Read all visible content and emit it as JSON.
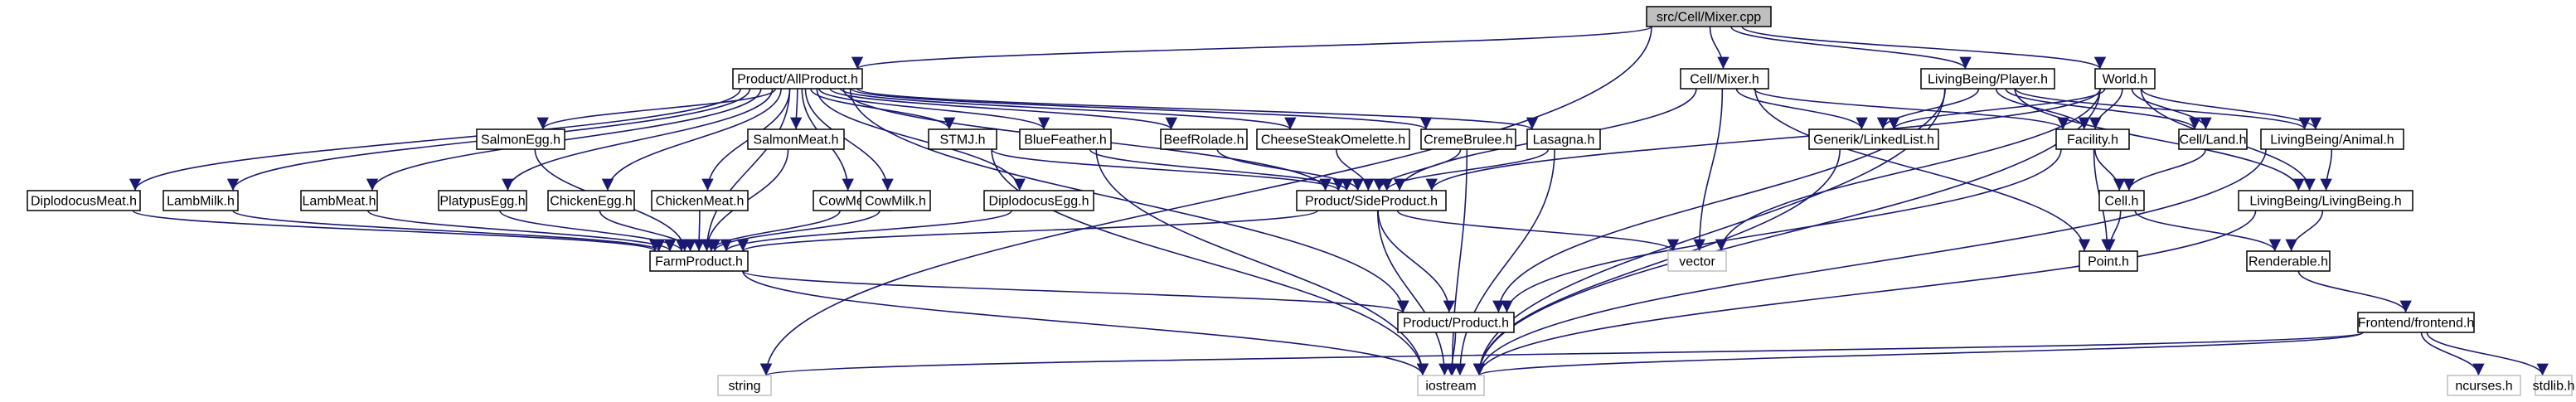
{
  "graph": {
    "nodes": [
      {
        "id": "mixer_cpp",
        "label": "src/Cell/Mixer.cpp",
        "kind": "root"
      },
      {
        "id": "allproduct",
        "label": "Product/AllProduct.h",
        "kind": "file"
      },
      {
        "id": "cell_mixer",
        "label": "Cell/Mixer.h",
        "kind": "file"
      },
      {
        "id": "player",
        "label": "LivingBeing/Player.h",
        "kind": "file"
      },
      {
        "id": "world",
        "label": "World.h",
        "kind": "file"
      },
      {
        "id": "string",
        "label": "string",
        "kind": "system"
      },
      {
        "id": "salmonegg",
        "label": "SalmonEgg.h",
        "kind": "file"
      },
      {
        "id": "salmonmeat",
        "label": "SalmonMeat.h",
        "kind": "file"
      },
      {
        "id": "stmj",
        "label": "STMJ.h",
        "kind": "file"
      },
      {
        "id": "bluefeather",
        "label": "BlueFeather.h",
        "kind": "file"
      },
      {
        "id": "beefrolade",
        "label": "BeefRolade.h",
        "kind": "file"
      },
      {
        "id": "cheesesteak",
        "label": "CheeseSteakOmelette.h",
        "kind": "file"
      },
      {
        "id": "cremebrulee",
        "label": "CremeBrulee.h",
        "kind": "file"
      },
      {
        "id": "lasagna",
        "label": "Lasagna.h",
        "kind": "file"
      },
      {
        "id": "linkedlist",
        "label": "Generik/LinkedList.h",
        "kind": "file"
      },
      {
        "id": "facility",
        "label": "Facility.h",
        "kind": "file"
      },
      {
        "id": "land",
        "label": "Cell/Land.h",
        "kind": "file"
      },
      {
        "id": "animal",
        "label": "LivingBeing/Animal.h",
        "kind": "file"
      },
      {
        "id": "diplomeat",
        "label": "DiplodocusMeat.h",
        "kind": "file"
      },
      {
        "id": "lambmilk",
        "label": "LambMilk.h",
        "kind": "file"
      },
      {
        "id": "lambmeat",
        "label": "LambMeat.h",
        "kind": "file"
      },
      {
        "id": "platypusegg",
        "label": "PlatypusEgg.h",
        "kind": "file"
      },
      {
        "id": "chickenegg",
        "label": "ChickenEgg.h",
        "kind": "file"
      },
      {
        "id": "chickenmeat",
        "label": "ChickenMeat.h",
        "kind": "file"
      },
      {
        "id": "cowmeat",
        "label": "CowMeat.h",
        "kind": "file"
      },
      {
        "id": "cowmilk",
        "label": "CowMilk.h",
        "kind": "file"
      },
      {
        "id": "diploegg",
        "label": "DiplodocusEgg.h",
        "kind": "file"
      },
      {
        "id": "sideproduct",
        "label": "Product/SideProduct.h",
        "kind": "file"
      },
      {
        "id": "cell",
        "label": "Cell.h",
        "kind": "file"
      },
      {
        "id": "livingbeing",
        "label": "LivingBeing/LivingBeing.h",
        "kind": "file"
      },
      {
        "id": "farmproduct",
        "label": "FarmProduct.h",
        "kind": "file"
      },
      {
        "id": "vector",
        "label": "vector",
        "kind": "system"
      },
      {
        "id": "point",
        "label": "Point.h",
        "kind": "file"
      },
      {
        "id": "renderable",
        "label": "Renderable.h",
        "kind": "file"
      },
      {
        "id": "product",
        "label": "Product/Product.h",
        "kind": "file"
      },
      {
        "id": "frontend",
        "label": "Frontend/frontend.h",
        "kind": "file"
      },
      {
        "id": "iostream",
        "label": "iostream",
        "kind": "system"
      },
      {
        "id": "ncurses",
        "label": "ncurses.h",
        "kind": "system"
      },
      {
        "id": "stdlib",
        "label": "stdlib.h",
        "kind": "system"
      }
    ],
    "edges": [
      [
        "mixer_cpp",
        "allproduct"
      ],
      [
        "mixer_cpp",
        "cell_mixer"
      ],
      [
        "mixer_cpp",
        "player"
      ],
      [
        "mixer_cpp",
        "world"
      ],
      [
        "mixer_cpp",
        "string"
      ],
      [
        "allproduct",
        "diplomeat"
      ],
      [
        "allproduct",
        "lambmilk"
      ],
      [
        "allproduct",
        "lambmeat"
      ],
      [
        "allproduct",
        "platypusegg"
      ],
      [
        "allproduct",
        "salmonegg"
      ],
      [
        "allproduct",
        "chickenegg"
      ],
      [
        "allproduct",
        "chickenmeat"
      ],
      [
        "allproduct",
        "salmonmeat"
      ],
      [
        "allproduct",
        "cowmeat"
      ],
      [
        "allproduct",
        "cowmilk"
      ],
      [
        "allproduct",
        "stmj"
      ],
      [
        "allproduct",
        "diploegg"
      ],
      [
        "allproduct",
        "bluefeather"
      ],
      [
        "allproduct",
        "beefrolade"
      ],
      [
        "allproduct",
        "cheesesteak"
      ],
      [
        "allproduct",
        "cremebrulee"
      ],
      [
        "allproduct",
        "lasagna"
      ],
      [
        "allproduct",
        "farmproduct"
      ],
      [
        "allproduct",
        "sideproduct"
      ],
      [
        "allproduct",
        "product"
      ],
      [
        "diplomeat",
        "farmproduct"
      ],
      [
        "lambmilk",
        "farmproduct"
      ],
      [
        "lambmeat",
        "farmproduct"
      ],
      [
        "platypusegg",
        "farmproduct"
      ],
      [
        "salmonegg",
        "farmproduct"
      ],
      [
        "chickenegg",
        "farmproduct"
      ],
      [
        "chickenmeat",
        "farmproduct"
      ],
      [
        "salmonmeat",
        "farmproduct"
      ],
      [
        "cowmeat",
        "farmproduct"
      ],
      [
        "cowmilk",
        "farmproduct"
      ],
      [
        "diploegg",
        "farmproduct"
      ],
      [
        "stmj",
        "sideproduct"
      ],
      [
        "bluefeather",
        "sideproduct"
      ],
      [
        "beefrolade",
        "sideproduct"
      ],
      [
        "cheesesteak",
        "sideproduct"
      ],
      [
        "cremebrulee",
        "sideproduct"
      ],
      [
        "lasagna",
        "sideproduct"
      ],
      [
        "stmj",
        "iostream"
      ],
      [
        "bluefeather",
        "iostream"
      ],
      [
        "cremebrulee",
        "iostream"
      ],
      [
        "lasagna",
        "iostream"
      ],
      [
        "sideproduct",
        "farmproduct"
      ],
      [
        "sideproduct",
        "product"
      ],
      [
        "sideproduct",
        "vector"
      ],
      [
        "sideproduct",
        "iostream"
      ],
      [
        "farmproduct",
        "product"
      ],
      [
        "farmproduct",
        "iostream"
      ],
      [
        "product",
        "iostream"
      ],
      [
        "cell_mixer",
        "sideproduct"
      ],
      [
        "cell_mixer",
        "linkedlist"
      ],
      [
        "cell_mixer",
        "facility"
      ],
      [
        "cell_mixer",
        "vector"
      ],
      [
        "cell_mixer",
        "point"
      ],
      [
        "player",
        "linkedlist"
      ],
      [
        "player",
        "facility"
      ],
      [
        "player",
        "land"
      ],
      [
        "player",
        "animal"
      ],
      [
        "player",
        "product"
      ],
      [
        "player",
        "iostream"
      ],
      [
        "player",
        "livingbeing"
      ],
      [
        "world",
        "sideproduct"
      ],
      [
        "world",
        "linkedlist"
      ],
      [
        "world",
        "facility"
      ],
      [
        "world",
        "land"
      ],
      [
        "world",
        "animal"
      ],
      [
        "world",
        "vector"
      ],
      [
        "world",
        "iostream"
      ],
      [
        "world",
        "livingbeing"
      ],
      [
        "linkedlist",
        "iostream"
      ],
      [
        "facility",
        "cell"
      ],
      [
        "facility",
        "point"
      ],
      [
        "facility",
        "product"
      ],
      [
        "land",
        "cell"
      ],
      [
        "animal",
        "livingbeing"
      ],
      [
        "animal",
        "iostream"
      ],
      [
        "cell",
        "point"
      ],
      [
        "cell",
        "renderable"
      ],
      [
        "livingbeing",
        "renderable"
      ],
      [
        "livingbeing",
        "iostream"
      ],
      [
        "renderable",
        "frontend"
      ],
      [
        "frontend",
        "string"
      ],
      [
        "frontend",
        "iostream"
      ],
      [
        "frontend",
        "ncurses"
      ],
      [
        "frontend",
        "stdlib"
      ]
    ]
  }
}
